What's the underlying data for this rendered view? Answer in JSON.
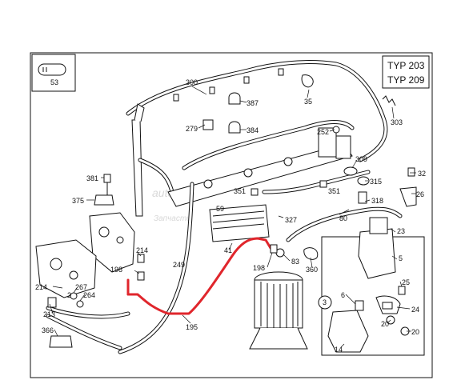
{
  "diagram": {
    "model_labels": [
      "TYP 203",
      "TYP 209"
    ],
    "watermark": "autoparts",
    "watermark_sub": "Запчасти",
    "highlight_color": "#e0262c",
    "part_labels": {
      "p53": "53",
      "p300": "300",
      "p387": "387",
      "p35": "35",
      "p279": "279",
      "p384": "384",
      "p303": "303",
      "p252": "252",
      "p309": "309",
      "p381": "381",
      "p315": "315",
      "p32": "32",
      "p375": "375",
      "p351a": "351",
      "p351b": "351",
      "p318": "318",
      "p26": "26",
      "p59": "59",
      "p327": "327",
      "p80": "80",
      "p23": "23",
      "p214a": "214",
      "p249": "249",
      "p41": "41",
      "p83": "83",
      "p5": "5",
      "p198a": "198",
      "p198b": "198",
      "p360": "360",
      "p214b": "214",
      "p267": "267",
      "p2": "2",
      "p264": "264",
      "p25": "25",
      "p213": "213",
      "p6": "6",
      "p3": "3",
      "p24": "24",
      "p195": "195",
      "p366": "366",
      "p20a": "20",
      "p20b": "20",
      "p14": "14"
    }
  }
}
